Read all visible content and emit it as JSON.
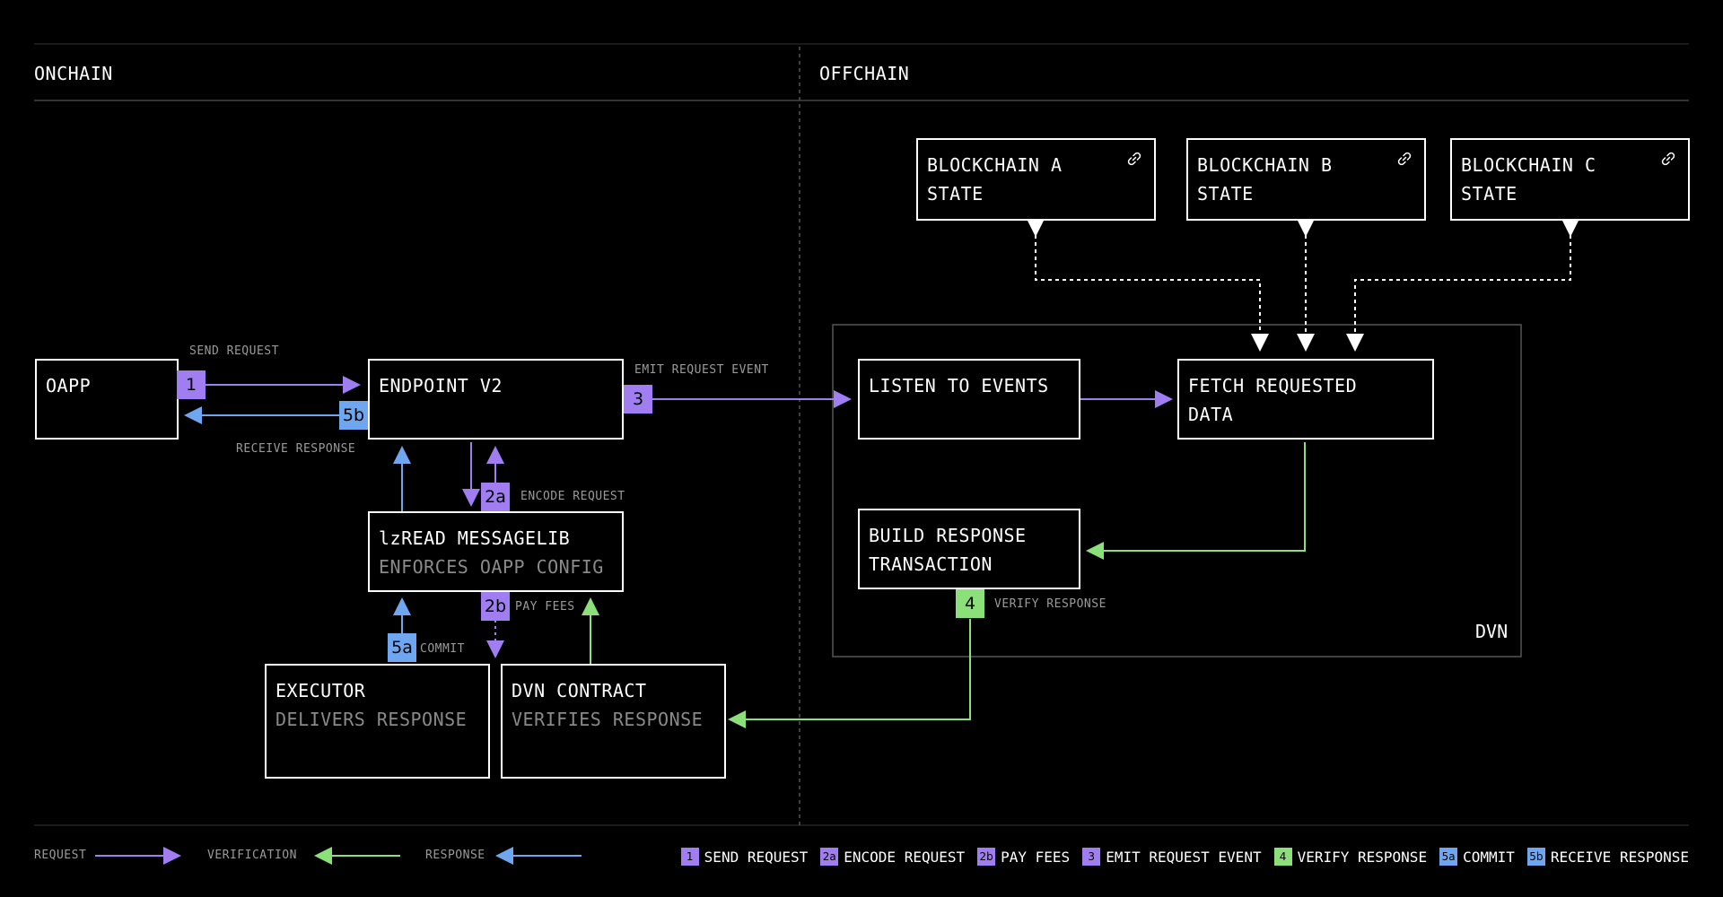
{
  "sections": {
    "onchain": "ONCHAIN",
    "offchain": "OFFCHAIN"
  },
  "boxes": {
    "oapp": {
      "title": "OAPP"
    },
    "endpoint": {
      "title": "ENDPOINT V2"
    },
    "messagelib": {
      "title": "lzREAD MESSAGELIB",
      "subtitle": "ENFORCES OAPP CONFIG"
    },
    "executor": {
      "title": "EXECUTOR",
      "subtitle": "DELIVERS RESPONSE"
    },
    "dvn_contract": {
      "title": "DVN CONTRACT",
      "subtitle": "VERIFIES RESPONSE"
    },
    "chain_a": {
      "title": "BLOCKCHAIN A",
      "title2": "STATE"
    },
    "chain_b": {
      "title": "BLOCKCHAIN B",
      "title2": "STATE"
    },
    "chain_c": {
      "title": "BLOCKCHAIN C",
      "title2": "STATE"
    },
    "listen": {
      "title": "LISTEN TO EVENTS"
    },
    "fetch": {
      "title": "FETCH REQUESTED",
      "title2": "DATA"
    },
    "build": {
      "title": "BUILD RESPONSE",
      "title2": "TRANSACTION"
    }
  },
  "dvn_group_label": "DVN",
  "badges": {
    "b1": "1",
    "b2a": "2a",
    "b2b": "2b",
    "b3": "3",
    "b4": "4",
    "b5a": "5a",
    "b5b": "5b"
  },
  "edge_labels": {
    "send_request": "SEND REQUEST",
    "receive_response": "RECEIVE RESPONSE",
    "emit_request_event": "EMIT REQUEST EVENT",
    "encode_request": "ENCODE REQUEST",
    "pay_fees": "PAY FEES",
    "commit": "COMMIT",
    "verify_response": "VERIFY RESPONSE"
  },
  "legend": {
    "lines": {
      "request": "REQUEST",
      "verification": "VERIFICATION",
      "response": "RESPONSE"
    },
    "keys": [
      {
        "badge": "1",
        "label": "SEND REQUEST",
        "color": "#a07df0"
      },
      {
        "badge": "2a",
        "label": "ENCODE REQUEST",
        "color": "#a07df0"
      },
      {
        "badge": "2b",
        "label": "PAY FEES",
        "color": "#a07df0"
      },
      {
        "badge": "3",
        "label": "EMIT REQUEST EVENT",
        "color": "#a07df0"
      },
      {
        "badge": "4",
        "label": "VERIFY RESPONSE",
        "color": "#8be07a"
      },
      {
        "badge": "5a",
        "label": "COMMIT",
        "color": "#6fa6f0"
      },
      {
        "badge": "5b",
        "label": "RECEIVE RESPONSE",
        "color": "#6fa6f0"
      }
    ]
  },
  "colors": {
    "request": "#a07df0",
    "verification": "#8be07a",
    "response": "#6fa6f0",
    "dashed": "#ffffff"
  }
}
